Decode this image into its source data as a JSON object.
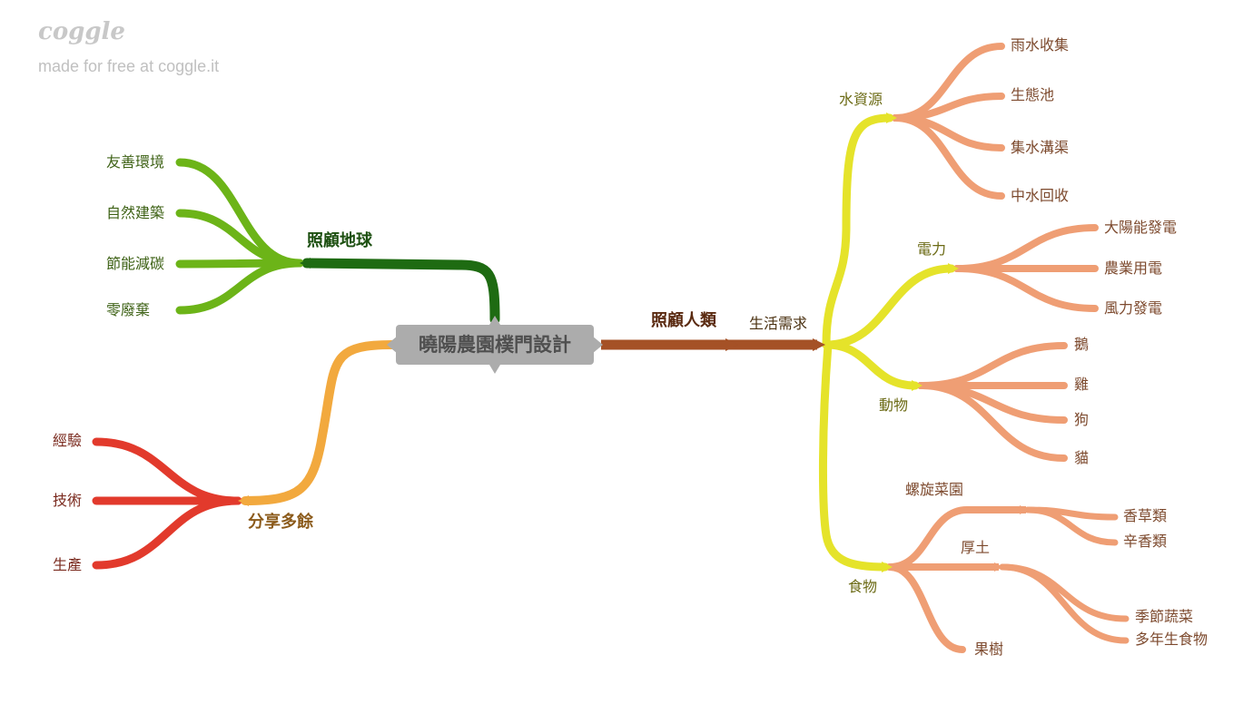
{
  "branding": {
    "logo": "coggle",
    "tagline": "made for free at coggle.it"
  },
  "root": {
    "label": "曉陽農園樸門設計"
  },
  "colors": {
    "root_bg": "#acacac",
    "earth": "#1e6b12",
    "earth_leaf": "#6cb418",
    "share": "#f2a93e",
    "share_leaf": "#e23a2c",
    "human": "#a55126",
    "life": "#e5e32a",
    "leaf": "#ef9e74"
  },
  "branches": {
    "earth": {
      "label": "照顧地球",
      "children": [
        "友善環境",
        "自然建築",
        "節能減碳",
        "零廢棄"
      ]
    },
    "share": {
      "label": "分享多餘",
      "children": [
        "經驗",
        "技術",
        "生產"
      ]
    },
    "human": {
      "label": "照顧人類",
      "life": {
        "label": "生活需求",
        "water": {
          "label": "水資源",
          "children": [
            "雨水收集",
            "生態池",
            "集水溝渠",
            "中水回收"
          ]
        },
        "power": {
          "label": "電力",
          "children": [
            "大陽能發電",
            "農業用電",
            "風力發電"
          ]
        },
        "animal": {
          "label": "動物",
          "children": [
            "鵝",
            "雞",
            "狗",
            "貓"
          ]
        },
        "food": {
          "label": "食物",
          "spiral": {
            "label": "螺旋菜園",
            "children": [
              "香草類",
              "辛香類"
            ]
          },
          "soil": {
            "label": "厚土",
            "children": [
              "季節蔬菜",
              "多年生食物"
            ]
          },
          "tree": {
            "label": "果樹"
          }
        }
      }
    }
  }
}
